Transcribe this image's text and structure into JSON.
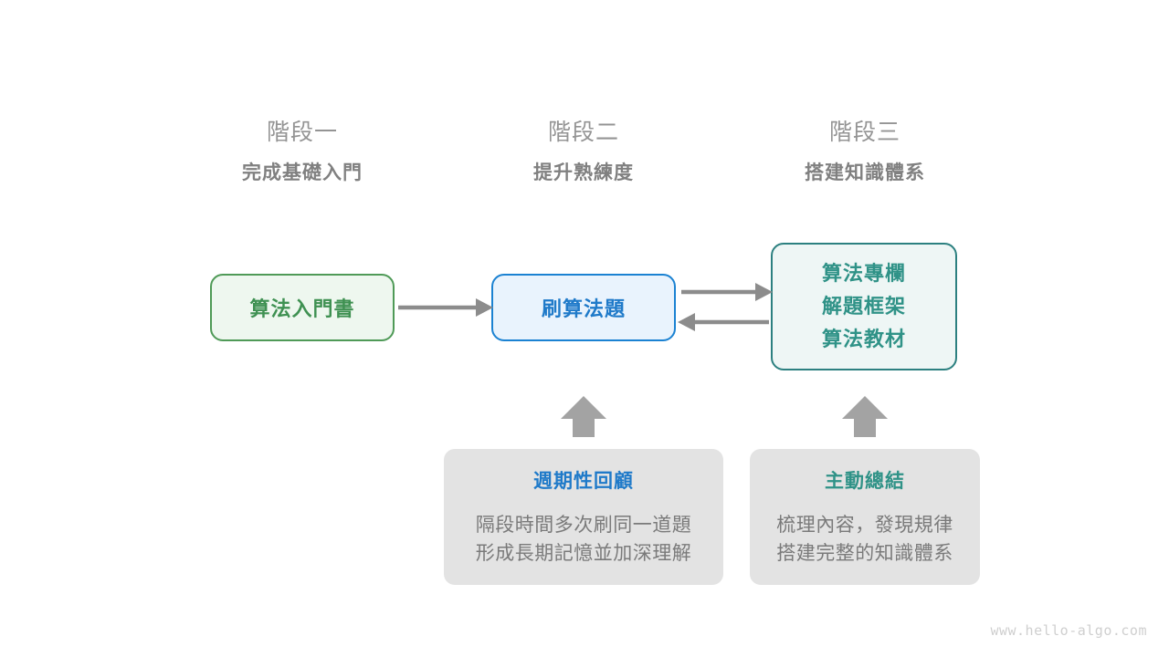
{
  "stages": [
    {
      "num": "階段一",
      "goal": "完成基礎入門"
    },
    {
      "num": "階段二",
      "goal": "提升熟練度"
    },
    {
      "num": "階段三",
      "goal": "搭建知識體系"
    }
  ],
  "nodes": {
    "book": {
      "label": "算法入門書",
      "color": "#3f9152",
      "border": "#4f9a57",
      "fill": "#eef7ef"
    },
    "practice": {
      "label": "刷算法題",
      "color": "#1f7ac9",
      "border": "#1b82d2",
      "fill": "#e9f3fd"
    },
    "resources": {
      "lines": [
        "算法專欄",
        "解題框架",
        "算法教材"
      ],
      "color": "#2f9287",
      "border": "#2c8080",
      "fill": "#eef6f5"
    }
  },
  "cards": [
    {
      "title": "週期性回顧",
      "title_color": "#1f7ac9",
      "lines": [
        "隔段時間多次刷同一道題",
        "形成長期記憶並加深理解"
      ]
    },
    {
      "title": "主動總結",
      "title_color": "#2f9287",
      "lines": [
        "梳理內容，發現規律",
        "搭建完整的知識體系"
      ]
    }
  ],
  "arrows": {
    "color": "#8c8c8c",
    "book_to_practice": "arrow-right",
    "practice_to_resources": "arrow-right",
    "resources_to_practice": "arrow-left",
    "review_to_practice": "arrow-up",
    "summary_to_resources": "arrow-up"
  },
  "watermark": "www.hello-algo.com"
}
